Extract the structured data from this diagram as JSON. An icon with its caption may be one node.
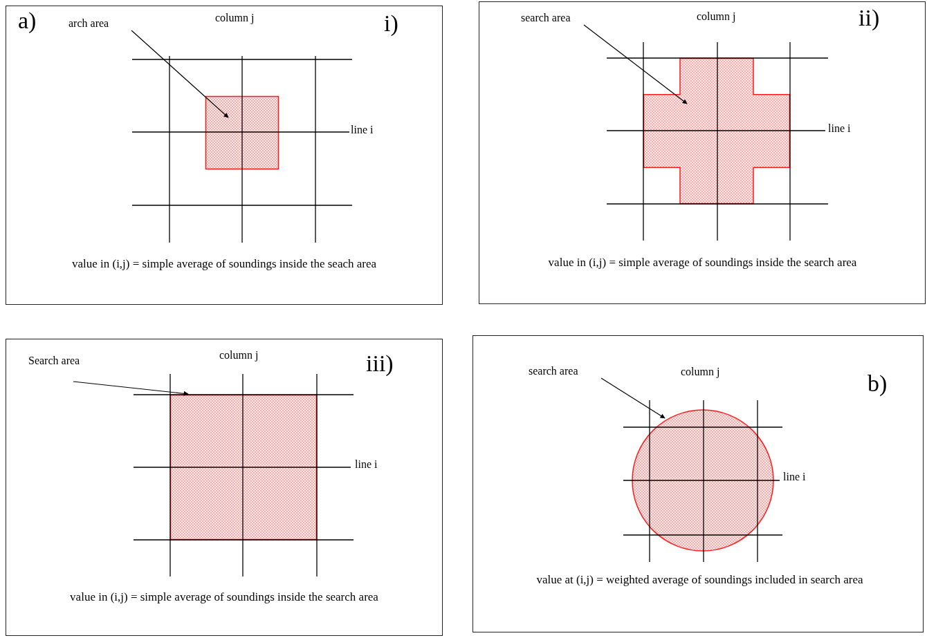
{
  "diagram": {
    "nodes": [
      {
        "text": [
          "a)",
          "i)",
          "value in (i,j) = simple average of soundings inside the seach area"
        ]
      },
      {
        "text": [
          "arch area"
        ],
        "in": 0
      },
      {
        "text": [],
        "shape": "box",
        "in": 0
      },
      {
        "text": [
          "ii)",
          "value in (i,j) = simple average of soundings inside the search area"
        ]
      },
      {
        "text": [
          "search area"
        ],
        "in": 3
      },
      {
        "text": [],
        "shape": "cross",
        "in": 3
      },
      {
        "text": [
          "iii)",
          "value in (i,j) = simple average of soundings inside the search area"
        ]
      },
      {
        "text": [
          "Search area"
        ],
        "in": 6
      },
      {
        "text": [],
        "shape": "box",
        "in": 6
      },
      {
        "text": [
          "b)",
          "value at (i,j) = weighted average of soundings included in search area"
        ]
      },
      {
        "text": [
          "search area"
        ],
        "in": 9
      },
      {
        "text": [],
        "shape": "circle",
        "in": 9
      }
    ],
    "edges": [
      {
        "from": 1,
        "to": 2,
        "arrow": "to"
      },
      {
        "from": 4,
        "to": 5,
        "arrow": "to"
      },
      {
        "from": 7,
        "to": 8,
        "arrow": "to"
      },
      {
        "from": 10,
        "to": 11,
        "arrow": "to"
      }
    ],
    "labels": [
      "column j",
      "line i",
      "column j",
      "line i",
      "column j",
      "line i",
      "column j",
      "line i"
    ]
  }
}
